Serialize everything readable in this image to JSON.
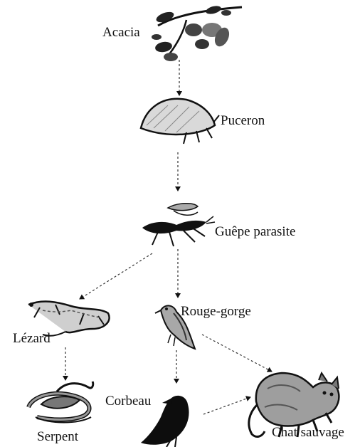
{
  "diagram": {
    "nodes": [
      {
        "id": "acacia",
        "label": "Acacia",
        "icon": "acacia-plant-icon"
      },
      {
        "id": "puceron",
        "label": "Puceron",
        "icon": "aphid-icon"
      },
      {
        "id": "guepe",
        "label": "Guêpe parasite",
        "icon": "parasitic-wasp-icon"
      },
      {
        "id": "lezard",
        "label": "Lézard",
        "icon": "lizard-icon"
      },
      {
        "id": "rougegorge",
        "label": "Rouge-gorge",
        "icon": "robin-icon"
      },
      {
        "id": "serpent",
        "label": "Serpent",
        "icon": "snake-icon"
      },
      {
        "id": "corbeau",
        "label": "Corbeau",
        "icon": "crow-icon"
      },
      {
        "id": "chat",
        "label": "Chat sauvage",
        "icon": "wild-cat-icon"
      }
    ],
    "edges": [
      {
        "from": "acacia",
        "to": "puceron"
      },
      {
        "from": "puceron",
        "to": "guepe"
      },
      {
        "from": "guepe",
        "to": "lezard"
      },
      {
        "from": "guepe",
        "to": "rougegorge"
      },
      {
        "from": "lezard",
        "to": "serpent"
      },
      {
        "from": "rougegorge",
        "to": "corbeau"
      },
      {
        "from": "rougegorge",
        "to": "chat"
      },
      {
        "from": "corbeau",
        "to": "chat"
      }
    ],
    "colors": {
      "ink": "#111111",
      "gray": "#8a8a8a",
      "light": "#bdbdbd"
    }
  }
}
